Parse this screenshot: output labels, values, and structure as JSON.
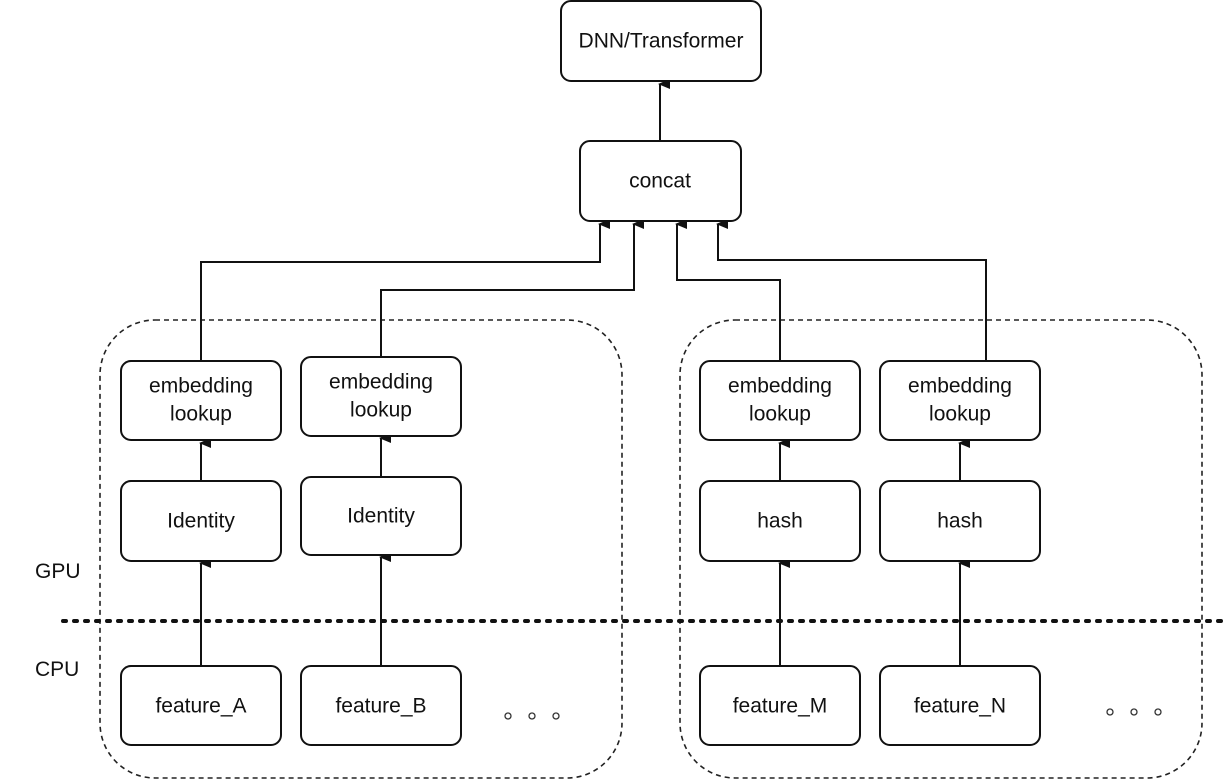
{
  "diagram": {
    "top_model": "DNN/Transformer",
    "concat": "concat",
    "layer_labels": {
      "gpu": "GPU",
      "cpu": "CPU"
    },
    "left_group": {
      "columns": [
        {
          "lookup": [
            "embedding",
            "lookup"
          ],
          "transform": "Identity",
          "feature": "feature_A"
        },
        {
          "lookup": [
            "embedding",
            "lookup"
          ],
          "transform": "Identity",
          "feature": "feature_B"
        }
      ]
    },
    "right_group": {
      "columns": [
        {
          "lookup": [
            "embedding",
            "lookup"
          ],
          "transform": "hash",
          "feature": "feature_M"
        },
        {
          "lookup": [
            "embedding",
            "lookup"
          ],
          "transform": "hash",
          "feature": "feature_N"
        }
      ]
    }
  }
}
